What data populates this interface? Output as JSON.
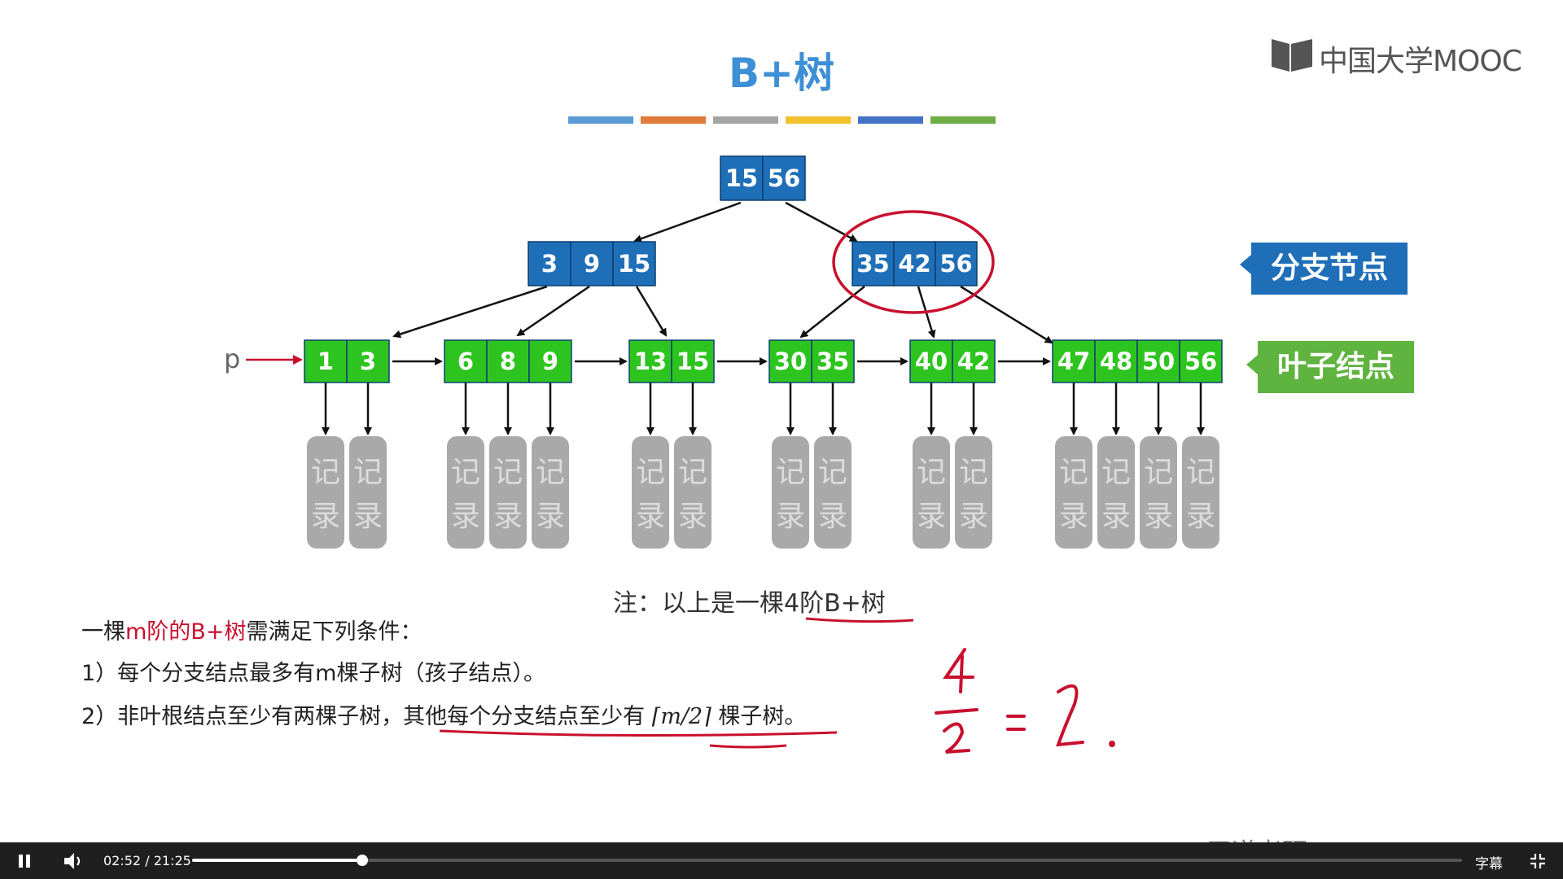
{
  "slide": {
    "title": "B+树",
    "logo_text": "中国大学MOOC",
    "color_bar_colors": [
      "#5a9bd5",
      "#e07b39",
      "#a5a5a5",
      "#f2c12e",
      "#4472c4",
      "#70ad47"
    ],
    "root_keys": [
      "15",
      "56"
    ],
    "branch_nodes": [
      [
        "3",
        "9",
        "15"
      ],
      [
        "35",
        "42",
        "56"
      ]
    ],
    "leaf_nodes": [
      [
        "1",
        "3"
      ],
      [
        "6",
        "8",
        "9"
      ],
      [
        "13",
        "15"
      ],
      [
        "30",
        "35"
      ],
      [
        "40",
        "42"
      ],
      [
        "47",
        "48",
        "50",
        "56"
      ]
    ],
    "record_label_top": "记",
    "record_label_bottom": "录",
    "pointer_label": "p",
    "branch_tag": "分支节点",
    "leaf_tag": "叶子结点",
    "note": "注：以上是一棵4阶B+树",
    "conditions_prefix": "一棵",
    "conditions_highlight": "m阶的B+树",
    "conditions_suffix": "需满足下列条件：",
    "condition_1": "1）每个分支结点最多有m棵子树（孩子结点）。",
    "condition_2_prefix": "2）非叶根结点至少有两棵子树，其他每个分支结点至少有",
    "condition_2_formula": "⌈m/2⌉",
    "condition_2_suffix": "棵子树。",
    "handwritten_note": "4/2 = 2.",
    "watermark": "王道考研/CSKAOYAN.COM",
    "colors": {
      "branch_node": "#1f6fb8",
      "leaf_node": "#2ec41f",
      "record": "#a9a9a9",
      "annotation": "#c8102e",
      "branch_tag": "#1f6fb8",
      "leaf_tag": "#5fb33f"
    }
  },
  "player": {
    "play_state_icon": "pause-icon",
    "volume_icon": "volume-icon",
    "current_time": "02:52",
    "total_time": "21:25",
    "time_separator": "/",
    "progress": 0.134,
    "subtitle_label": "字幕",
    "fullscreen_icon": "exit-fullscreen-icon"
  }
}
